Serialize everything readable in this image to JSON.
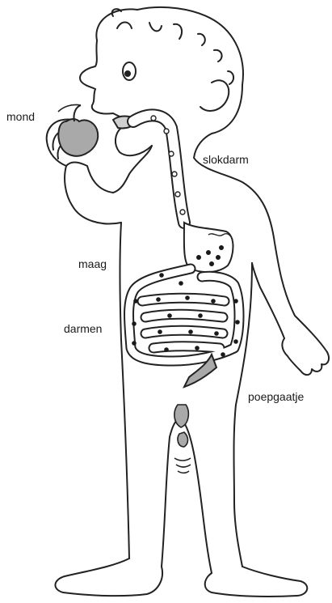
{
  "labels": {
    "mouth": "mond",
    "esophagus": "slokdarm",
    "stomach": "maag",
    "intestines": "darmen",
    "anus": "poepgaatje"
  },
  "colors": {
    "outline": "#222222",
    "organ_fill": "#a9a9a9",
    "food_dot": "#1a1a1a",
    "background": "#ffffff"
  }
}
